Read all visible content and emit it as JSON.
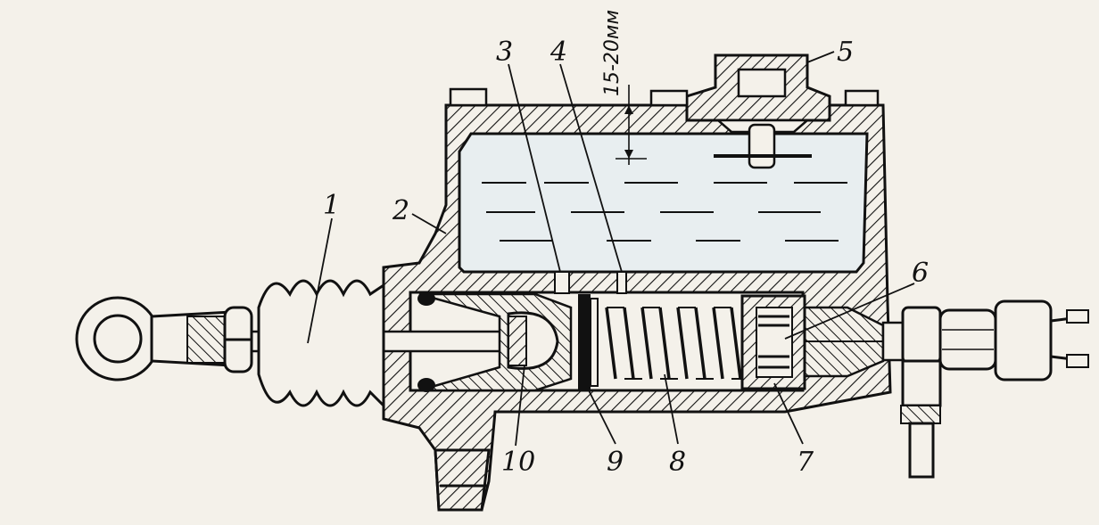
{
  "diagram": {
    "dimension_label": "15-20мм",
    "part_labels": [
      "1",
      "2",
      "3",
      "4",
      "5",
      "6",
      "7",
      "8",
      "9",
      "10"
    ]
  },
  "colors": {
    "ink": "#111111",
    "paper": "#f4f1ea",
    "fluid": "#e8eef0"
  }
}
